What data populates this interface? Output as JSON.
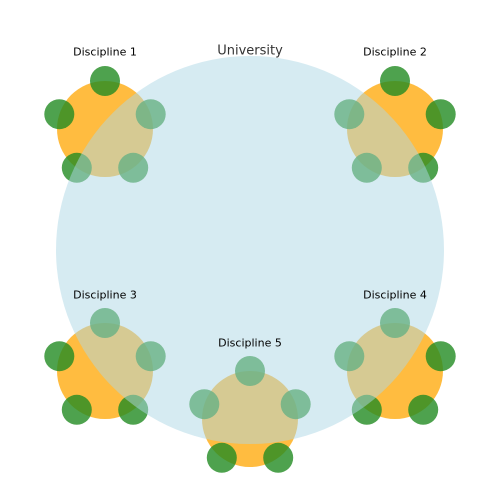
{
  "university": {
    "label": "University",
    "color": "#add8e6"
  },
  "colors": {
    "discipline_fill": "#ffa500",
    "member_fill": "#228b22"
  },
  "disciplines": [
    {
      "label": "Discipline 1",
      "member_count": 5
    },
    {
      "label": "Discipline 2",
      "member_count": 5
    },
    {
      "label": "Discipline 3",
      "member_count": 5
    },
    {
      "label": "Discipline 4",
      "member_count": 5
    },
    {
      "label": "Discipline 5",
      "member_count": 5
    }
  ]
}
